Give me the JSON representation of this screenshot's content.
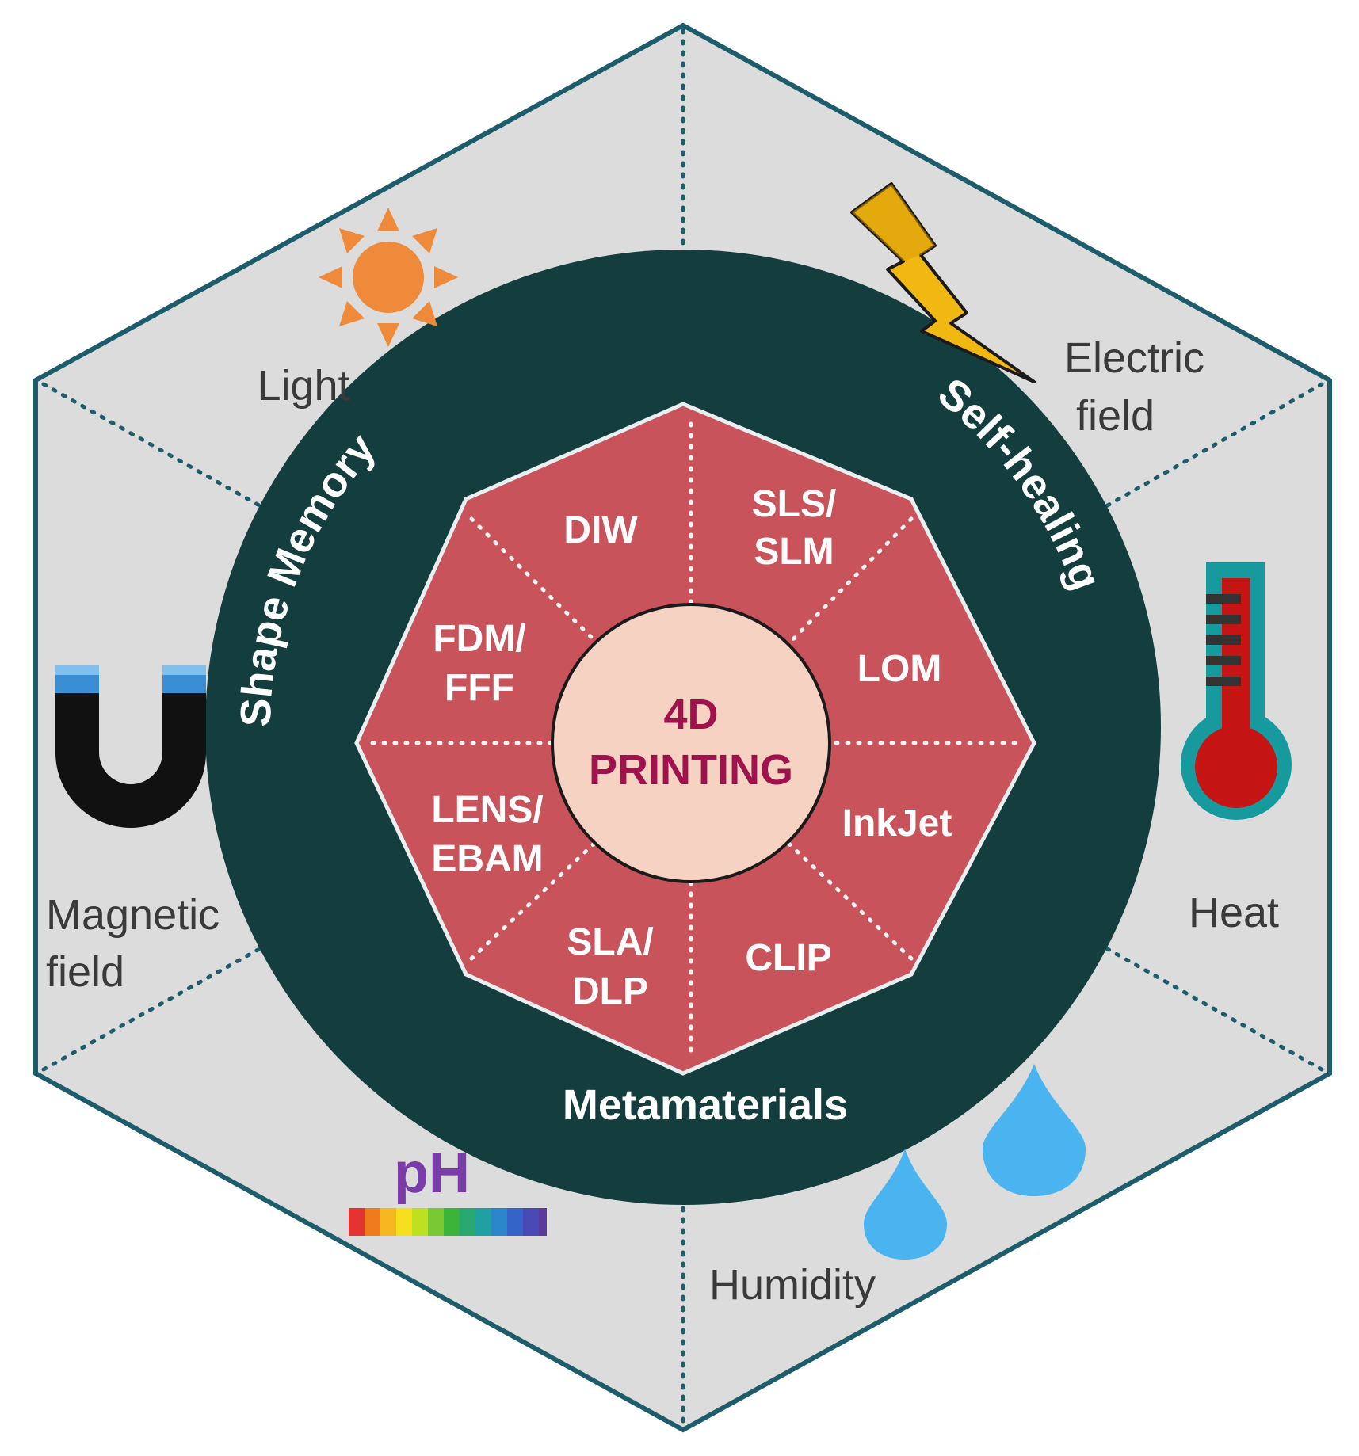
{
  "center": {
    "line1": "4D",
    "line2": "PRINTING"
  },
  "ring_labels": {
    "shape_memory": "Shape Memory",
    "self_healing": "Self-healing",
    "metamaterials": "Metamaterials"
  },
  "techniques": {
    "diw": [
      "DIW"
    ],
    "sls_slm": [
      "SLS/",
      "SLM"
    ],
    "lom": [
      "LOM"
    ],
    "inkjet": [
      "InkJet"
    ],
    "clip": [
      "CLIP"
    ],
    "sla_dlp": [
      "SLA/",
      "DLP"
    ],
    "lens_ebam": [
      "LENS/",
      "EBAM"
    ],
    "fdm_fff": [
      "FDM/",
      "FFF"
    ]
  },
  "stimuli": {
    "light": [
      "Light"
    ],
    "electric": [
      "Electric",
      "field"
    ],
    "heat": [
      "Heat"
    ],
    "humidity": [
      "Humidity"
    ],
    "ph": [
      "pH"
    ],
    "magnetic": [
      "Magnetic",
      "field"
    ]
  },
  "icons": [
    "sun-icon",
    "lightning-icon",
    "thermometer-icon",
    "water-drop-icon",
    "ph-scale-icon",
    "magnet-icon"
  ],
  "colors": {
    "hexagon_fill": "#dcdcdc",
    "hexagon_border": "#1d5c6b",
    "ring": "#143e3e",
    "octagon": "#c9535a",
    "center_fill": "#f6d2c3",
    "center_text": "#a0124e",
    "sun": "#ef8a3a",
    "lightning": "#f2b812",
    "thermometer_frame": "#169a9e",
    "thermometer_fill": "#c41414",
    "droplet": "#4ab4f0",
    "magnet": "#111111",
    "magnet_tips": "#3a8ed4",
    "ph_text": "#7a3ca8"
  }
}
